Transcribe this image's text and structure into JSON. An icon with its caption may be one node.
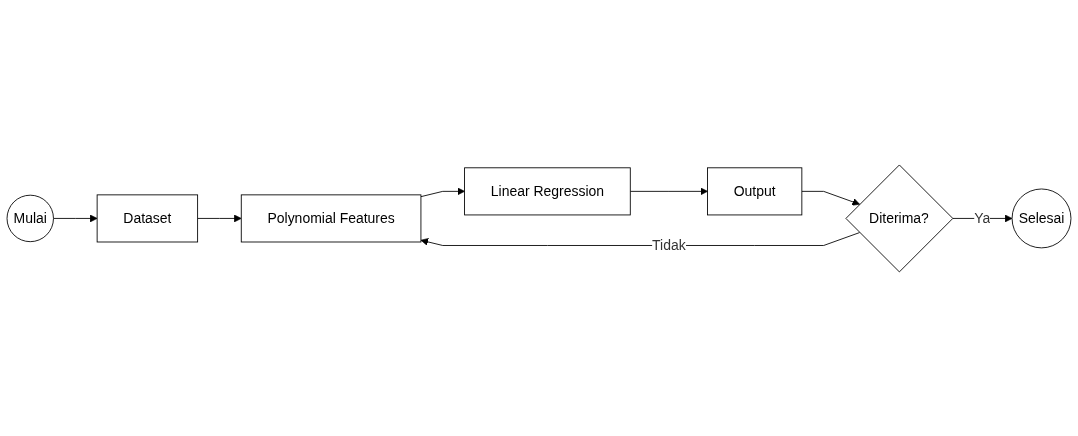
{
  "diagram": {
    "nodes": [
      {
        "text": [
          "Mulai"
        ]
      },
      {
        "text": [
          "Dataset"
        ]
      },
      {
        "text": [
          "Polynomial Features"
        ]
      },
      {
        "text": [
          "Linear Regression"
        ]
      },
      {
        "text": [
          "Output"
        ]
      },
      {
        "text": [
          "Diterima?"
        ]
      },
      {
        "text": [
          "Selesai"
        ]
      }
    ],
    "edges": [
      {
        "from": 0,
        "to": 1,
        "arrow": "to"
      },
      {
        "from": 1,
        "to": 2,
        "arrow": "to"
      },
      {
        "from": 2,
        "to": 3,
        "arrow": "to"
      },
      {
        "from": 3,
        "to": 4,
        "arrow": "to"
      },
      {
        "from": 4,
        "to": 5,
        "arrow": "to"
      },
      {
        "from": 5,
        "to": 2,
        "label": "Tidak",
        "arrow": "to"
      },
      {
        "from": 5,
        "to": 6,
        "label": "Ya",
        "arrow": "to"
      }
    ]
  }
}
